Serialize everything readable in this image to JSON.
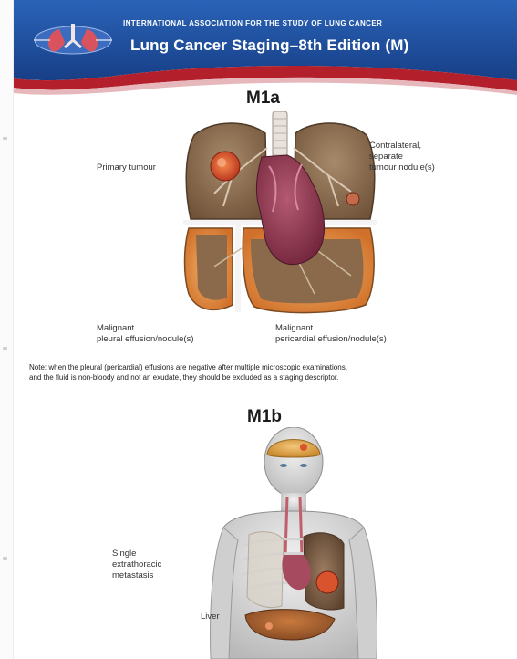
{
  "header": {
    "organization": "INTERNATIONAL ASSOCIATION FOR THE STUDY OF LUNG CANCER",
    "title": "Lung Cancer Staging–8th Edition (M)"
  },
  "m1a": {
    "label": "M1a",
    "annotations": {
      "primary_tumour": "Primary tumour",
      "contralateral_line1": "Contralateral,",
      "contralateral_line2": "separate",
      "contralateral_line3": "tumour nodule(s)",
      "pleural_line1": "Malignant",
      "pleural_line2": "pleural effusion/nodule(s)",
      "pericardial_line1": "Malignant",
      "pericardial_line2": "pericardial effusion/nodule(s)"
    },
    "note_line1": "Note: when the pleural (pericardial) effusions are negative after multiple microscopic examinations,",
    "note_line2": "and the fluid is non-bloody and not an exudate, they should be excluded as a staging descriptor."
  },
  "m1b": {
    "label": "M1b",
    "annotations": {
      "single_line1": "Single",
      "single_line2": "extrathoracic",
      "single_line3": "metastasis",
      "liver": "Liver"
    }
  },
  "colors": {
    "banner_blue": "#1f4f9e",
    "banner_red": "#b3202c",
    "lung_tissue": "#8a6a4a",
    "effusion": "#e8a050",
    "heart": "#8b2f48",
    "tumour": "#d9532c"
  }
}
